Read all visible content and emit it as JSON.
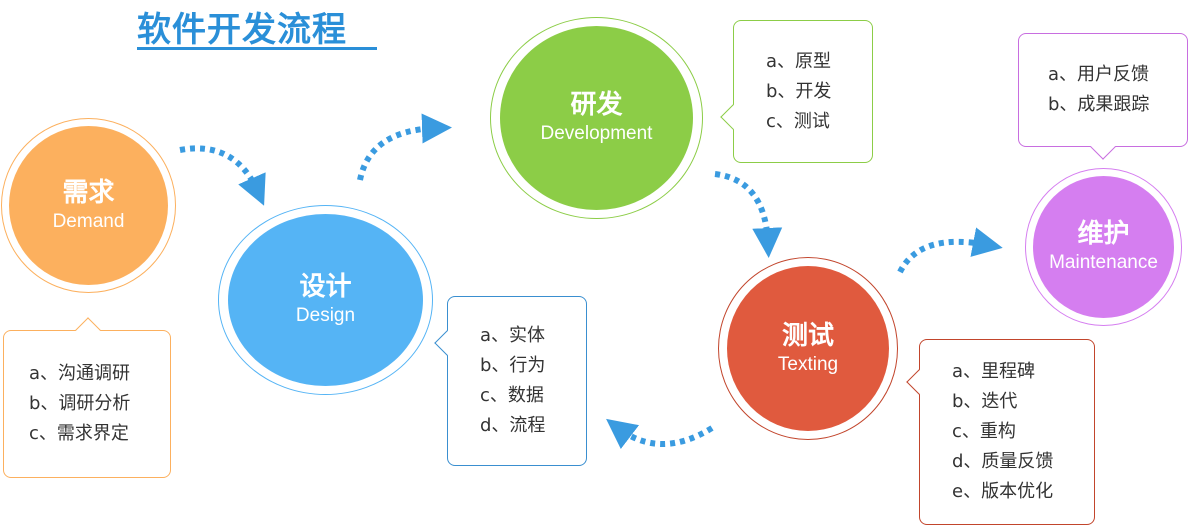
{
  "title": "软件开发流程",
  "colors": {
    "title": "#2a8fd8",
    "demand": "#fcb05e",
    "design": "#55b4f5",
    "development": "#8ccd47",
    "testing": "#e05a3e",
    "maintenance": "#d57ef0",
    "arrow": "#3a9be0"
  },
  "stages": {
    "demand": {
      "name_cn": "需求",
      "name_en": "Demand",
      "items": [
        "a、沟通调研",
        "b、调研分析",
        "c、需求界定"
      ]
    },
    "design": {
      "name_cn": "设计",
      "name_en": "Design",
      "items": [
        "a、实体",
        "b、行为",
        "c、数据",
        "d、流程"
      ]
    },
    "development": {
      "name_cn": "研发",
      "name_en": "Development",
      "items": [
        "a、原型",
        "b、开发",
        "c、测试"
      ]
    },
    "testing": {
      "name_cn": "测试",
      "name_en": "Texting",
      "items": [
        "a、里程碑",
        "b、迭代",
        "c、重构",
        "d、质量反馈",
        "e、版本优化"
      ]
    },
    "maintenance": {
      "name_cn": "维护",
      "name_en": "Maintenance",
      "items": [
        "a、用户反馈",
        "b、成果跟踪"
      ]
    }
  },
  "icons": {
    "flow_arrows": "dotted-curved-arrow-icon"
  }
}
